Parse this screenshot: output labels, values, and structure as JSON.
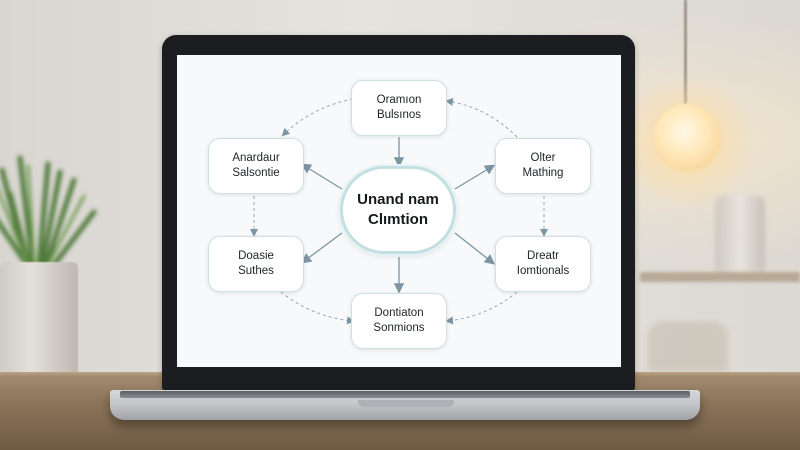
{
  "diagram": {
    "center": {
      "line1": "Unand nam",
      "line2": "Clımtion"
    },
    "nodes": {
      "top": {
        "line1": "Oramıon",
        "line2": "Bulsınos"
      },
      "top_left": {
        "line1": "Anardaur",
        "line2": "Salsontie"
      },
      "top_right": {
        "line1": "Olter",
        "line2": "Mathing"
      },
      "bottom_left": {
        "line1": "Doasie",
        "line2": "Suthes"
      },
      "bottom_right": {
        "line1": "Dreatr",
        "line2": "Iomtionals"
      },
      "bottom": {
        "line1": "Dontiaton",
        "line2": "Sonmions"
      }
    }
  },
  "colors": {
    "connector": "#7d95a3",
    "node_border": "#cfe0e4",
    "center_ring": "#c3dfe2"
  }
}
